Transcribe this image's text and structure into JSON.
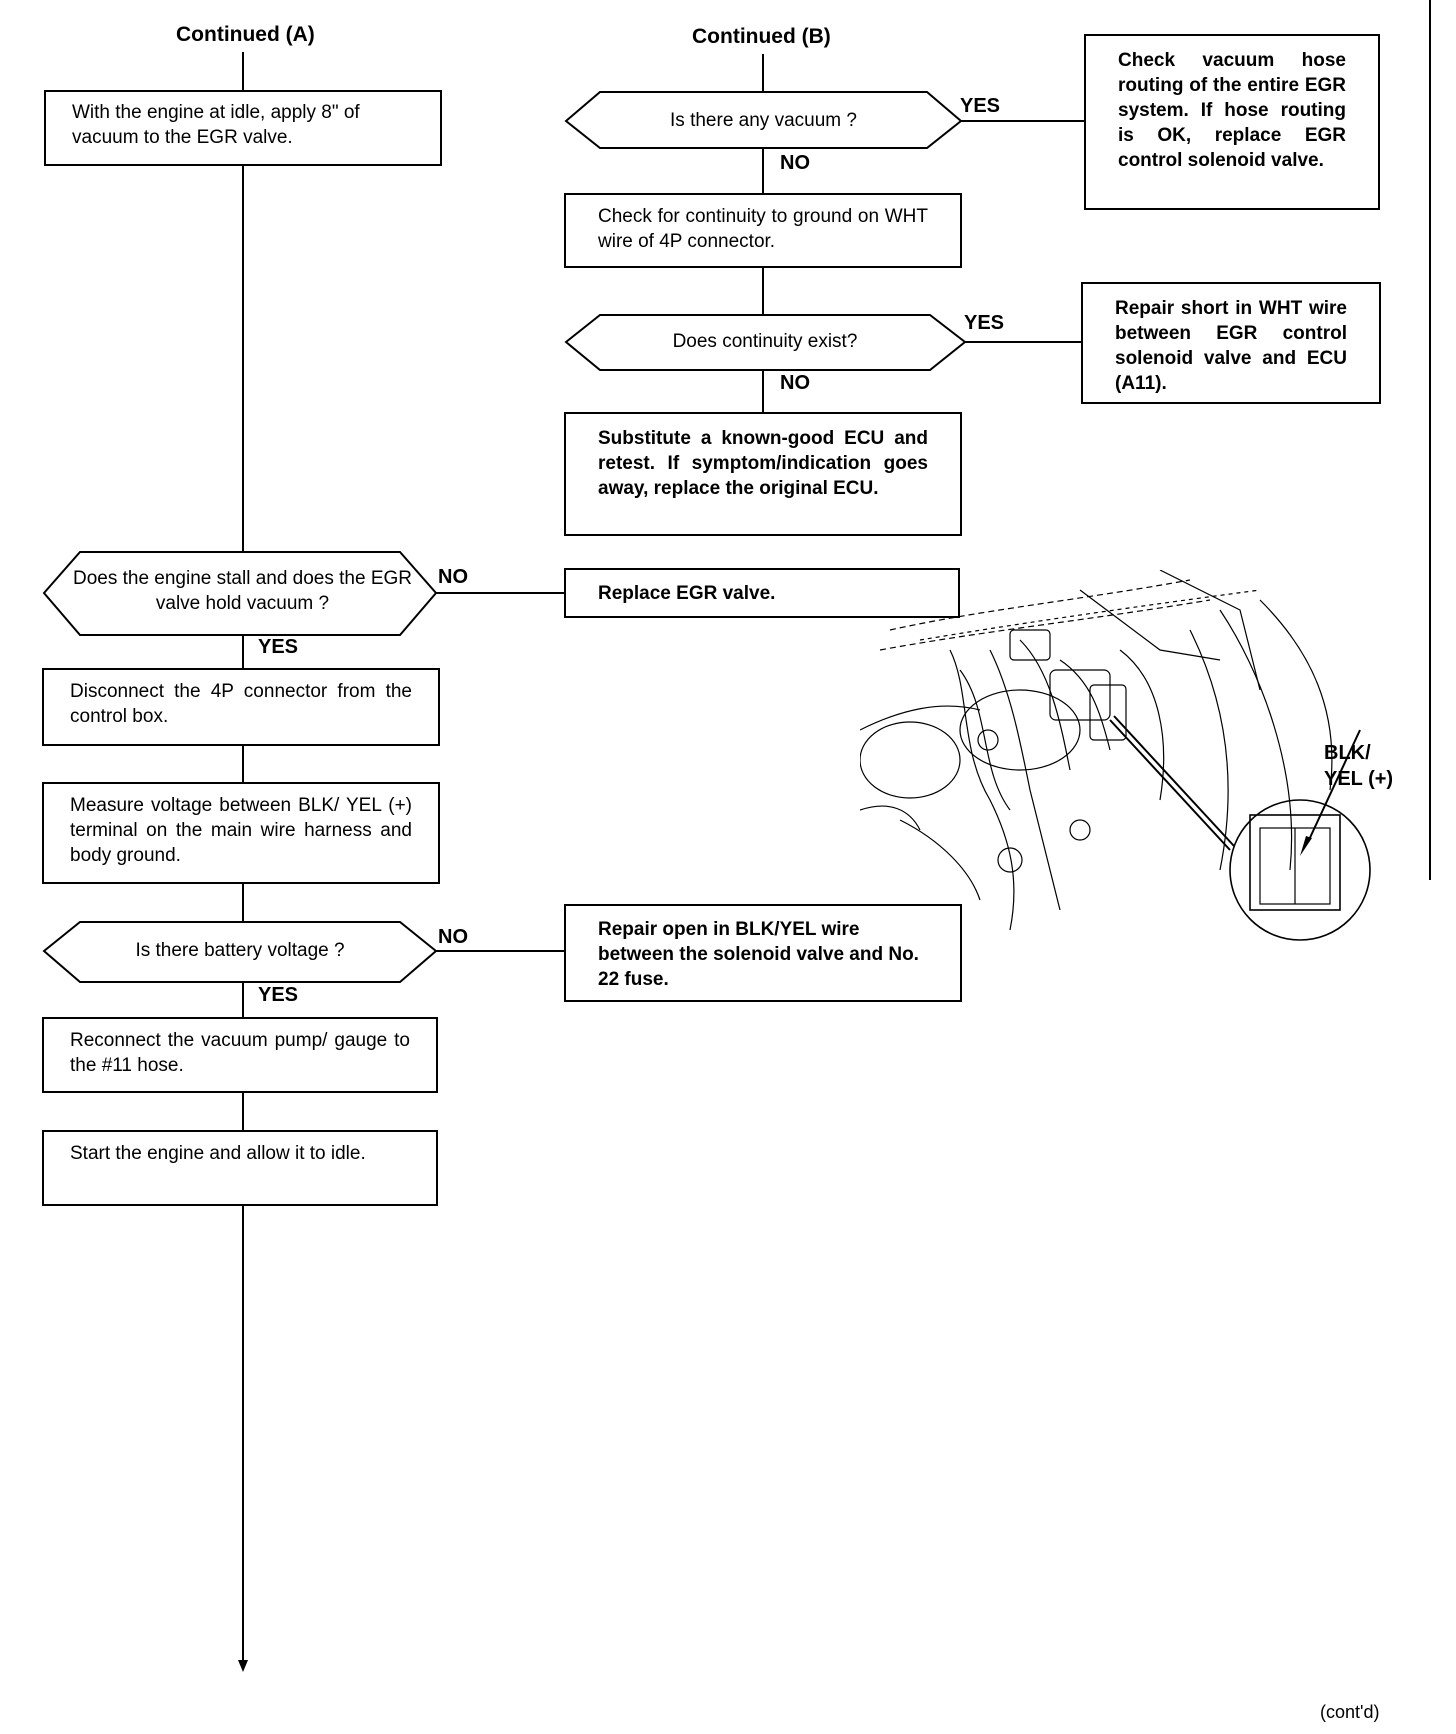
{
  "headers": {
    "left": "Continued (A)",
    "right": "Continued (B)"
  },
  "left_column": {
    "apply_vacuum": "With the engine at idle, apply 8\" of vacuum to the EGR valve.",
    "stall_question": "Does the engine stall and does the EGR valve hold vacuum ?",
    "disconnect": "Disconnect the 4P connector from the control box.",
    "measure": "Measure voltage between BLK/ YEL (+) terminal on the main wire harness and body ground.",
    "battery_question": "Is there battery voltage ?",
    "reconnect": "Reconnect the vacuum pump/ gauge to the #11 hose.",
    "start_engine": "Start the engine and allow it to idle."
  },
  "middle_column": {
    "vacuum_question": "Is there any vacuum ?",
    "check_continuity": "Check for continuity to ground on WHT wire of 4P connector.",
    "continuity_question": "Does continuity exist?",
    "substitute_ecu": "Substitute a known-good ECU and retest. If symptom/indication goes away, replace the original ECU.",
    "replace_egr": "Replace EGR valve.",
    "repair_open": "Repair open in BLK/YEL wire between the solenoid valve and No. 22 fuse."
  },
  "right_column": {
    "check_hose": "Check vacuum hose routing of the entire EGR system. If hose routing is OK, replace EGR control solenoid valve.",
    "repair_short": "Repair short in WHT wire between EGR control solenoid valve and ECU (A11)."
  },
  "branch_labels": {
    "yes_vacuum": "YES",
    "no_vacuum": "NO",
    "yes_continuity": "YES",
    "no_continuity": "NO",
    "no_stall": "NO",
    "yes_stall": "YES",
    "no_battery": "NO",
    "yes_battery": "YES"
  },
  "illustration": {
    "callout_line1": "BLK/",
    "callout_line2": "YEL (+)"
  },
  "footer": {
    "contd": "(cont'd)"
  }
}
